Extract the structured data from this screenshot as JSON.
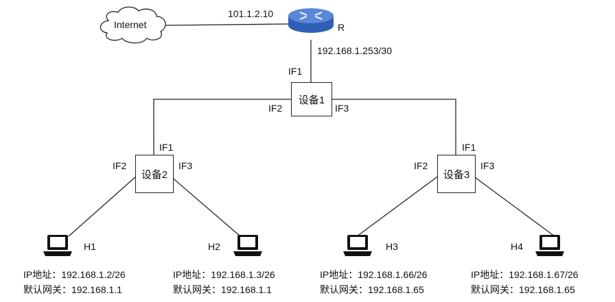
{
  "internet": {
    "label": "Internet"
  },
  "router": {
    "name": "R",
    "wan_ip": "101.1.2.10",
    "lan_ip": "192.168.1.253/30"
  },
  "devices": {
    "d1": {
      "name": "设备1",
      "if1": "IF1",
      "if2": "IF2",
      "if3": "IF3"
    },
    "d2": {
      "name": "设备2",
      "if1": "IF1",
      "if2": "IF2",
      "if3": "IF3"
    },
    "d3": {
      "name": "设备3",
      "if1": "IF1",
      "if2": "IF2",
      "if3": "IF3"
    }
  },
  "hosts": [
    {
      "name": "H1",
      "ip_label": "IP地址：",
      "ip": "192.168.1.2/26",
      "gw_label": "默认网关：",
      "gw": "192.168.1.1"
    },
    {
      "name": "H2",
      "ip_label": "IP地址：",
      "ip": "192.168.1.3/26",
      "gw_label": "默认网关：",
      "gw": "192.168.1.1"
    },
    {
      "name": "H3",
      "ip_label": "IP地址：",
      "ip": "192.168.1.66/26",
      "gw_label": "默认网关：",
      "gw": "192.168.1.65"
    },
    {
      "name": "H4",
      "ip_label": "IP地址：",
      "ip": "192.168.1.67/26",
      "gw_label": "默认网关：",
      "gw": "192.168.1.65"
    }
  ],
  "colors": {
    "router_top": "#5a87d8",
    "router_side": "#2f5fb5",
    "line": "#222222"
  }
}
